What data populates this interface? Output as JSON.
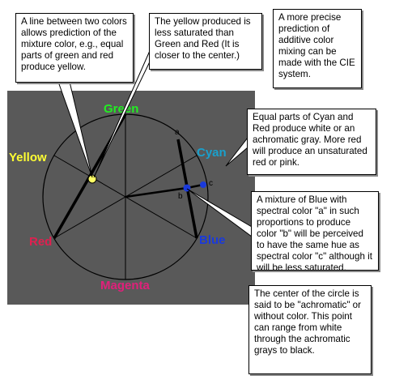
{
  "colors": {
    "panel": "#595959",
    "circle": "#000000",
    "green": "#22ee22",
    "yellow": "#ffff33",
    "cyan": "#1aa0cc",
    "red": "#e02050",
    "blue": "#1a3adc",
    "magenta": "#e0207a",
    "mix_point_yellow": "#ffff66",
    "mix_point_blue": "#1a3adc"
  },
  "wheel_labels": {
    "green": "Green",
    "yellow": "Yellow",
    "cyan": "Cyan",
    "red": "Red",
    "blue": "Blue",
    "magenta": "Magenta"
  },
  "point_labels": {
    "a": "a",
    "b": "b",
    "c": "c"
  },
  "callouts": {
    "line_between_colors": "A line between two colors allows prediction of the mixture color, e.g., equal parts of green and red produce yellow.",
    "yellow_saturation": "The yellow produced is less saturated than Green and Red (It is closer to the center.)",
    "cie_system": "A more precise prediction of additive color mixing can be made with the CIE system.",
    "cyan_red": "Equal parts of Cyan and Red produce white or an achromatic gray. More red will produce an unsaturated red or pink.",
    "blue_spectral": "A mixture of Blue with spectral color \"a\" in such proportions to produce color \"b\" will be perceived to have the same hue as spectral color \"c\" although it will be less saturated.",
    "center_achromatic": "The center of the circle is said to be \"achromatic\" or without color. This point can range from white through the achromatic grays to black."
  }
}
